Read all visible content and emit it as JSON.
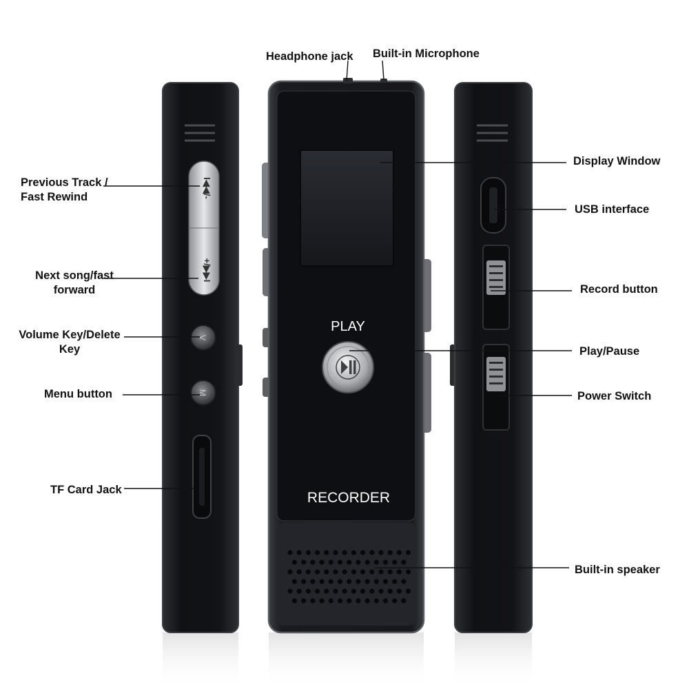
{
  "device": {
    "play_label": "PLAY",
    "recorder_label": "RECORDER",
    "colors": {
      "body": "#141518",
      "edge": "#4a4d52",
      "screen": "#22242b",
      "metal": "#c9cacd"
    }
  },
  "labels": {
    "headphone_jack": "Headphone jack",
    "builtin_microphone": "Built-in Microphone",
    "previous_track_line1": "Previous Track /",
    "previous_track_line2": "Fast Rewind",
    "next_song_line1": "Next song/fast",
    "next_song_line2": "forward",
    "volume_key_line1": "Volume Key/Delete",
    "volume_key_line2": "Key",
    "menu_button": "Menu button",
    "tf_card_jack": "TF Card Jack",
    "display_window": "Display Window",
    "usb_interface": "USB interface",
    "record_button": "Record button",
    "play_pause": "Play/Pause",
    "power_switch": "Power Switch",
    "builtin_speaker": "Built-in speaker"
  }
}
